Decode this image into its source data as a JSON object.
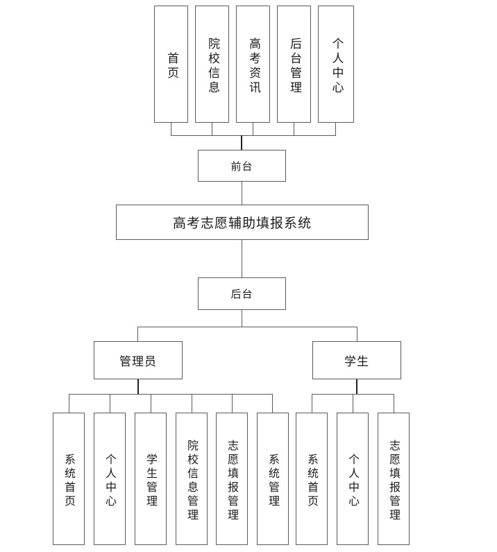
{
  "diagram": {
    "title": "高考志愿辅助填报系统",
    "type": "system-structure-tree",
    "root": {
      "label": "高考志愿辅助填报系统"
    },
    "branches": [
      {
        "id": "frontend",
        "label": "前台",
        "children": [
          {
            "label": "首页"
          },
          {
            "label": "院校信息"
          },
          {
            "label": "高考资讯"
          },
          {
            "label": "后台管理"
          },
          {
            "label": "个人中心"
          }
        ]
      },
      {
        "id": "backend",
        "label": "后台",
        "roles": [
          {
            "id": "admin",
            "label": "管理员",
            "children": [
              {
                "label": "系统首页"
              },
              {
                "label": "个人中心"
              },
              {
                "label": "学生管理"
              },
              {
                "label": "院校信息管理"
              },
              {
                "label": "志愿填报管理"
              },
              {
                "label": "系统管理"
              }
            ]
          },
          {
            "id": "student",
            "label": "学生",
            "children": [
              {
                "label": "系统首页"
              },
              {
                "label": "个人中心"
              },
              {
                "label": "志愿填报管理"
              }
            ]
          }
        ]
      }
    ],
    "colors": {
      "box_border": "#595959",
      "connector": "#5a5a5a",
      "connector_thick": "#1f1f1f",
      "background": "#ffffff",
      "text": "#1a1a1a"
    }
  }
}
